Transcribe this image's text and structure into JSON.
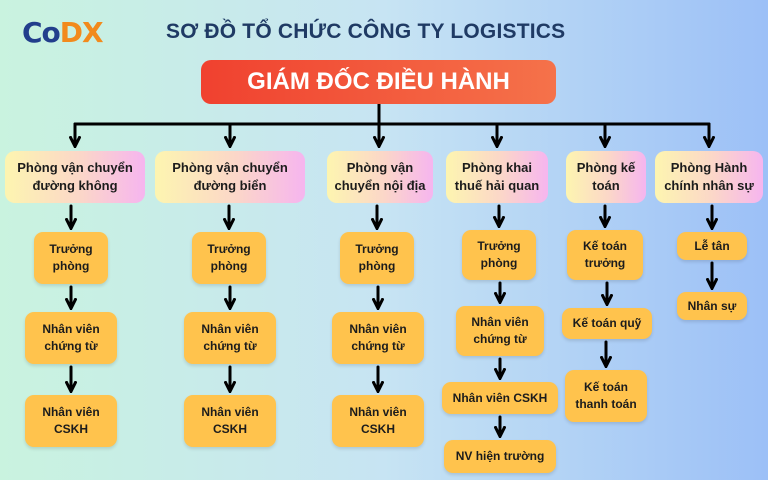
{
  "logo": {
    "part1": "Co",
    "part2": "DX"
  },
  "title": "SƠ ĐỒ TỔ CHỨC CÔNG TY LOGISTICS",
  "ceo": "GIÁM ĐỐC ĐIỀU HÀNH",
  "departments": [
    {
      "name": "Phòng vận chuyển đường không",
      "roles": [
        "Trưởng phòng",
        "Nhân viên chứng từ",
        "Nhân viên CSKH"
      ]
    },
    {
      "name": "Phòng vận chuyển đường biển",
      "roles": [
        "Trưởng phòng",
        "Nhân viên chứng từ",
        "Nhân viên CSKH"
      ]
    },
    {
      "name": "Phòng vận chuyển nội địa",
      "roles": [
        "Trưởng phòng",
        "Nhân viên chứng từ",
        "Nhân viên CSKH"
      ]
    },
    {
      "name": "Phòng khai thuế hải quan",
      "roles": [
        "Trưởng phòng",
        "Nhân viên chứng từ",
        "Nhân viên CSKH",
        "NV hiện trường"
      ]
    },
    {
      "name": "Phòng kế toán",
      "roles": [
        "Kế toán trưởng",
        "Kế toán quỹ",
        "Kế toán thanh toán"
      ]
    },
    {
      "name": "Phòng Hành chính nhân sự",
      "roles": [
        "Lễ tân",
        "Nhân sự"
      ]
    }
  ]
}
